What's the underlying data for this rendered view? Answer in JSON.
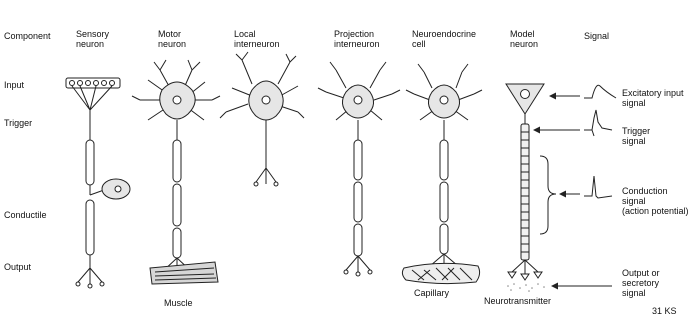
{
  "header": {
    "component": "Component",
    "sensory": [
      "Sensory",
      "neuron"
    ],
    "motor": [
      "Motor",
      "neuron"
    ],
    "local": [
      "Local",
      "interneuron"
    ],
    "projection": [
      "Projection",
      "interneuron"
    ],
    "neuroendocrine": [
      "Neuroendocrine",
      "cell"
    ],
    "model": [
      "Model",
      "neuron"
    ],
    "signal": "Signal"
  },
  "rows": {
    "input": "Input",
    "trigger": "Trigger",
    "conductile": "Conductile",
    "output": "Output"
  },
  "bottom": {
    "muscle": "Muscle",
    "capillary": "Capillary",
    "neurotransmitter": "Neurotransmitter"
  },
  "signals": {
    "excitatory": [
      "Excitatory input",
      "signal"
    ],
    "trigger": [
      "Trigger",
      "signal"
    ],
    "conduction": [
      "Conduction",
      "signal",
      "(action potential)"
    ],
    "output": [
      "Output or",
      "secretory",
      "signal"
    ]
  },
  "credit": "31 KS"
}
